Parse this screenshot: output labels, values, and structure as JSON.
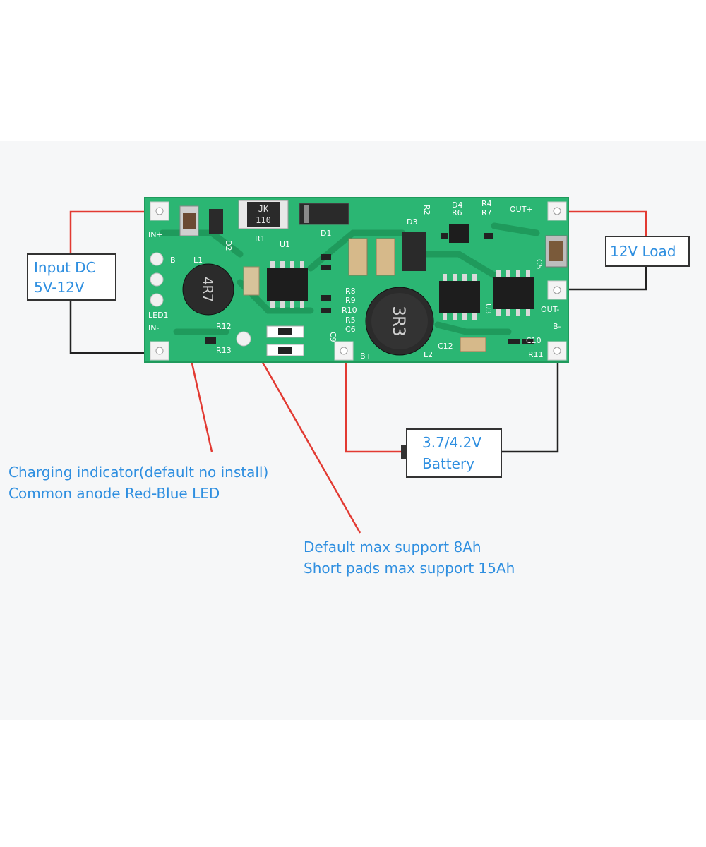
{
  "colors": {
    "pcb": "#2bb673",
    "pcb_edge": "#1f9a5c",
    "wire_red": "#e23a32",
    "wire_black": "#222222",
    "label_text": "#2f8fe0",
    "background": "#f6f7f8"
  },
  "labels": {
    "input": [
      "Input DC",
      "5V-12V"
    ],
    "load": "12V Load",
    "battery": [
      "3.7/4.2V",
      "Battery"
    ]
  },
  "notes": {
    "charging": [
      "Charging indicator(default no install)",
      "Common anode Red-Blue LED"
    ],
    "capacity": [
      "Default max support 8Ah",
      "Short pads max support 15Ah"
    ]
  },
  "silkscreen": {
    "in_plus": "IN+",
    "in_minus": "IN-",
    "out_plus": "OUT+",
    "out_minus": "OUT-",
    "b_plus": "B+",
    "b_minus": "B-",
    "b_small": "B",
    "led": "LED1",
    "diode_d1": "D1",
    "diode_d2": "D2",
    "diode_d3": "D3",
    "diode_d4": "D4",
    "inductor_l1": "L1",
    "inductor_l2": "L2",
    "u1": "U1",
    "u3": "U3",
    "r1": "R1",
    "r2": "R2",
    "r4": "R4",
    "r5": "R5",
    "r6": "R6",
    "r7": "R7",
    "r8": "R8",
    "r9": "R9",
    "r10": "R10",
    "r11": "R11",
    "r12": "R12",
    "r13": "R13",
    "c5": "C5",
    "c6": "C6",
    "c9": "C9",
    "c10": "C10",
    "c12": "C12",
    "jk_top": "JK",
    "jk_bottom": "110",
    "inductor_l1_mark": "4R7",
    "inductor_l2_mark": "3R3"
  }
}
